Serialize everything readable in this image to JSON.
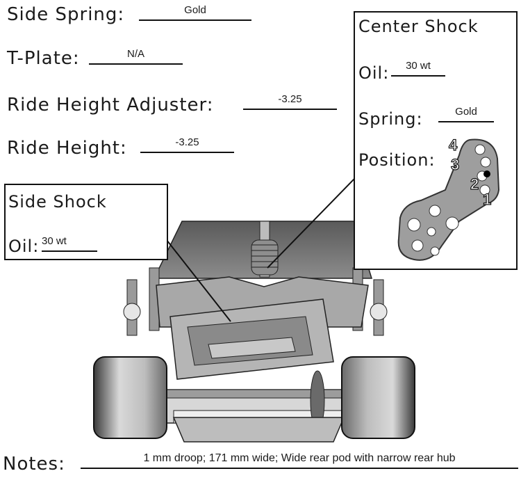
{
  "fields": {
    "side_spring": {
      "label": "Side Spring:",
      "value": "Gold"
    },
    "t_plate": {
      "label": "T-Plate:",
      "value": "N/A"
    },
    "ride_height_adjuster": {
      "label": "Ride Height Adjuster:",
      "value": "-3.25"
    },
    "ride_height": {
      "label": "Ride Height:",
      "value": "-3.25"
    }
  },
  "side_shock": {
    "title": "Side Shock",
    "oil_label": "Oil:",
    "oil_value": "30 wt"
  },
  "center_shock": {
    "title": "Center Shock",
    "oil_label": "Oil:",
    "oil_value": "30 wt",
    "spring_label": "Spring:",
    "spring_value": "Gold",
    "position_label": "Position:",
    "position_numbers": [
      "4",
      "3",
      "2",
      "1"
    ]
  },
  "notes": {
    "label": "Notes:",
    "value": "1 mm droop; 171 mm wide; Wide rear pod with narrow rear hub"
  }
}
